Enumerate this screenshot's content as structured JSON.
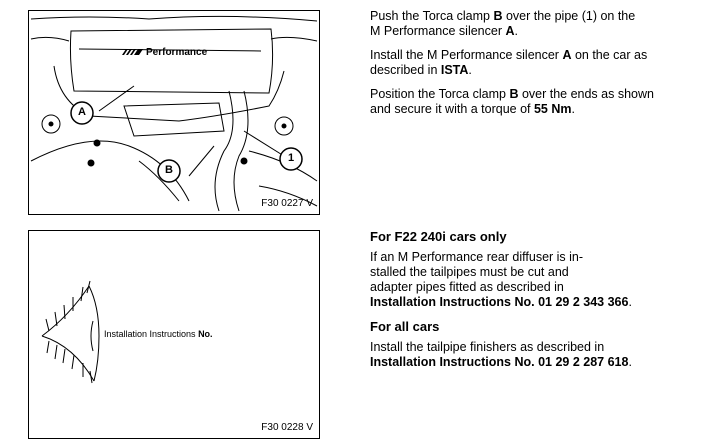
{
  "figure1": {
    "code": "F30 0227 V",
    "logo_text": "Performance",
    "callouts": {
      "a": "A",
      "b": "B",
      "one": "1"
    }
  },
  "figure2": {
    "code": "F30 0228 V",
    "eye_label_prefix": "Installation Instructions ",
    "eye_label_bold": "No."
  },
  "step1": {
    "p1": {
      "t1": "Push the Torca clamp ",
      "b1": "B",
      "t2": " over the pipe (1) on the",
      "t3": "M Performance silencer ",
      "b2": "A",
      "t4": "."
    },
    "p2": {
      "t1": "Install the M Performance silencer ",
      "b1": "A",
      "t2": " on the car as",
      "t3": "described in ",
      "b2": "ISTA",
      "t4": "."
    },
    "p3": {
      "t1": "Position the Torca clamp ",
      "b1": "B",
      "t2": " over the ends as shown",
      "t3": "and secure it with a torque of ",
      "b2": "55 Nm",
      "t4": "."
    }
  },
  "step2": {
    "heading1": "For F22 240i cars only",
    "p1": {
      "l1": "If an M Performance rear diffuser is in-",
      "l2": "stalled the tailpipes must be cut and",
      "l3": "adapter pipes fitted as described in",
      "b": "Installation Instructions No. 01 29 2 343 366",
      "end": "."
    },
    "heading2": "For all cars",
    "p2": {
      "l1": "Install the tailpipe finishers as described in",
      "b": "Installation Instructions No. 01 29 2 287 618",
      "end": "."
    }
  }
}
